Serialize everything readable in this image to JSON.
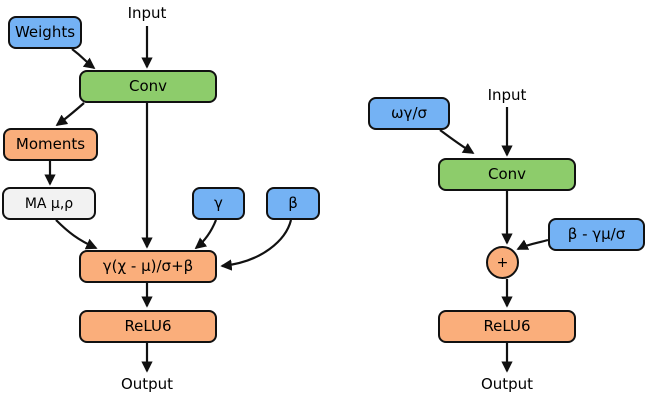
{
  "diagram": {
    "title": "Conv-BatchNorm-ReLU6 folding diagram",
    "colors": {
      "blue": "#74b2f4",
      "green": "#8dcc6b",
      "orange": "#faae7b",
      "gray": "#f2f2f2",
      "stroke": "#111111",
      "background": "#ffffff"
    },
    "left": {
      "name": "unfolded-batchnorm-graph",
      "labels": {
        "input": "Input",
        "output": "Output"
      },
      "nodes": [
        {
          "id": "weights",
          "label": "Weights",
          "color": "blue"
        },
        {
          "id": "conv",
          "label": "Conv",
          "color": "green"
        },
        {
          "id": "moments",
          "label": "Moments",
          "color": "orange"
        },
        {
          "id": "ma",
          "label": "MA μ,ρ",
          "color": "gray"
        },
        {
          "id": "gamma",
          "label": "γ",
          "color": "blue"
        },
        {
          "id": "beta",
          "label": "β",
          "color": "blue"
        },
        {
          "id": "bnformula",
          "label": "γ(χ - μ)/σ+β",
          "color": "orange"
        },
        {
          "id": "relu6",
          "label": "ReLU6",
          "color": "orange"
        }
      ]
    },
    "right": {
      "name": "folded-batchnorm-graph",
      "labels": {
        "input": "Input",
        "output": "Output"
      },
      "nodes": [
        {
          "id": "foldedweights",
          "label": "ωγ/σ",
          "color": "blue"
        },
        {
          "id": "conv",
          "label": "Conv",
          "color": "green"
        },
        {
          "id": "foldedbias",
          "label": "β - γμ/σ",
          "color": "blue"
        },
        {
          "id": "add",
          "label": "+",
          "color": "orange"
        },
        {
          "id": "relu6",
          "label": "ReLU6",
          "color": "orange"
        }
      ]
    }
  }
}
